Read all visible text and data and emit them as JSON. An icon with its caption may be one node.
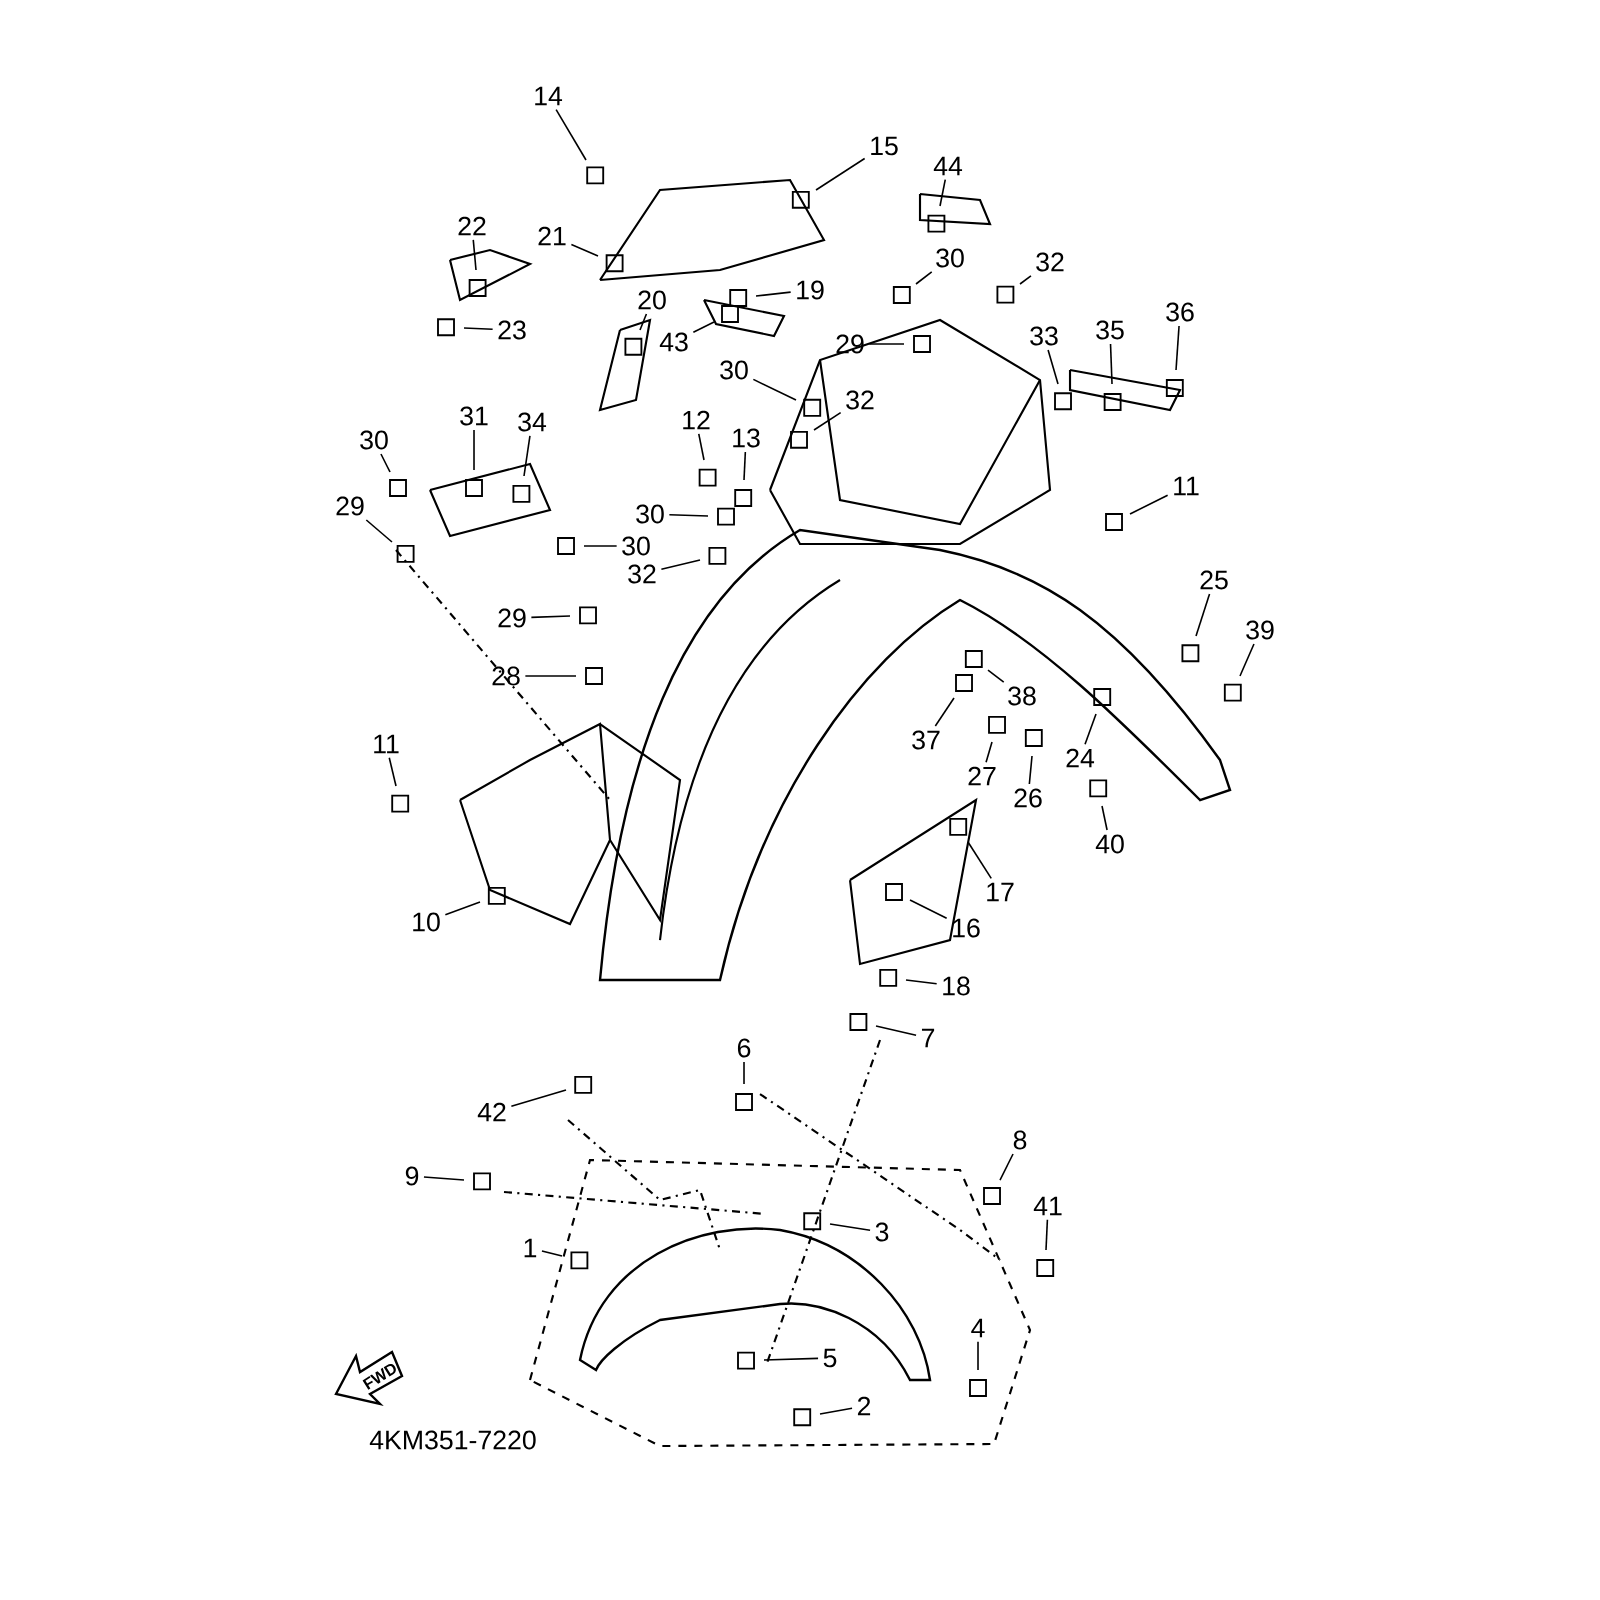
{
  "diagram": {
    "nodes": [
      {
        "text": [
          "14"
        ]
      },
      {
        "text": [
          "15"
        ]
      },
      {
        "text": [
          "44"
        ]
      },
      {
        "text": [
          "22"
        ]
      },
      {
        "text": [
          "21"
        ]
      },
      {
        "text": [
          "19"
        ]
      },
      {
        "text": [
          "30"
        ]
      },
      {
        "text": [
          "32"
        ]
      },
      {
        "text": [
          "20"
        ]
      },
      {
        "text": [
          "23"
        ]
      },
      {
        "text": [
          "43"
        ]
      },
      {
        "text": [
          "29"
        ]
      },
      {
        "text": [
          "33"
        ]
      },
      {
        "text": [
          "35"
        ]
      },
      {
        "text": [
          "36"
        ]
      },
      {
        "text": [
          "30"
        ]
      },
      {
        "text": [
          "32"
        ]
      },
      {
        "text": [
          "31"
        ]
      },
      {
        "text": [
          "34"
        ]
      },
      {
        "text": [
          "12"
        ]
      },
      {
        "text": [
          "13"
        ]
      },
      {
        "text": [
          "30"
        ]
      },
      {
        "text": [
          "29"
        ]
      },
      {
        "text": [
          "30"
        ]
      },
      {
        "text": [
          "30"
        ]
      },
      {
        "text": [
          "11"
        ]
      },
      {
        "text": [
          "32"
        ]
      },
      {
        "text": [
          "29"
        ]
      },
      {
        "text": [
          "25"
        ]
      },
      {
        "text": [
          "39"
        ]
      },
      {
        "text": [
          "28"
        ]
      },
      {
        "text": [
          "38"
        ]
      },
      {
        "text": [
          "37"
        ]
      },
      {
        "text": [
          "24"
        ]
      },
      {
        "text": [
          "27"
        ]
      },
      {
        "text": [
          "26"
        ]
      },
      {
        "text": [
          "11"
        ]
      },
      {
        "text": [
          "40"
        ]
      },
      {
        "text": [
          "17"
        ]
      },
      {
        "text": [
          "16"
        ]
      },
      {
        "text": [
          "10"
        ]
      },
      {
        "text": [
          "18"
        ]
      },
      {
        "text": [
          "7"
        ]
      },
      {
        "text": [
          "6"
        ]
      },
      {
        "text": [
          "42"
        ]
      },
      {
        "text": [
          "8"
        ]
      },
      {
        "text": [
          "9"
        ]
      },
      {
        "text": [
          "41"
        ]
      },
      {
        "text": [
          "3"
        ]
      },
      {
        "text": [
          "1"
        ]
      },
      {
        "text": [
          "4"
        ]
      },
      {
        "text": [
          "5"
        ]
      },
      {
        "text": [
          "2"
        ]
      }
    ],
    "edges": [
      {
        "from": 0,
        "to": null,
        "arrow": "none"
      },
      {
        "from": 1,
        "to": null,
        "arrow": "none"
      },
      {
        "from": 2,
        "to": null,
        "arrow": "none"
      },
      {
        "from": 3,
        "to": null,
        "arrow": "none"
      },
      {
        "from": 4,
        "to": null,
        "arrow": "none"
      },
      {
        "from": 5,
        "to": null,
        "arrow": "none"
      },
      {
        "from": 6,
        "to": null,
        "arrow": "none"
      },
      {
        "from": 7,
        "to": null,
        "arrow": "none"
      },
      {
        "from": 8,
        "to": null,
        "arrow": "none"
      },
      {
        "from": 9,
        "to": null,
        "arrow": "none"
      },
      {
        "from": 10,
        "to": null,
        "arrow": "none"
      },
      {
        "from": 11,
        "to": null,
        "arrow": "none"
      },
      {
        "from": 12,
        "to": null,
        "arrow": "none"
      },
      {
        "from": 13,
        "to": null,
        "arrow": "none"
      },
      {
        "from": 14,
        "to": null,
        "arrow": "none"
      },
      {
        "from": 15,
        "to": null,
        "arrow": "none"
      },
      {
        "from": 16,
        "to": null,
        "arrow": "none"
      },
      {
        "from": 17,
        "to": null,
        "arrow": "none"
      },
      {
        "from": 18,
        "to": null,
        "arrow": "none"
      },
      {
        "from": 19,
        "to": null,
        "arrow": "none"
      },
      {
        "from": 20,
        "to": null,
        "arrow": "none"
      },
      {
        "from": 21,
        "to": null,
        "arrow": "none"
      },
      {
        "from": 22,
        "to": null,
        "arrow": "none"
      },
      {
        "from": 23,
        "to": null,
        "arrow": "none"
      },
      {
        "from": 24,
        "to": null,
        "arrow": "none"
      },
      {
        "from": 25,
        "to": null,
        "arrow": "none"
      },
      {
        "from": 26,
        "to": null,
        "arrow": "none"
      },
      {
        "from": 27,
        "to": null,
        "arrow": "none"
      },
      {
        "from": 28,
        "to": null,
        "arrow": "none"
      },
      {
        "from": 29,
        "to": null,
        "arrow": "none"
      },
      {
        "from": 30,
        "to": null,
        "arrow": "none"
      },
      {
        "from": 31,
        "to": null,
        "arrow": "none"
      },
      {
        "from": 32,
        "to": null,
        "arrow": "none"
      },
      {
        "from": 33,
        "to": null,
        "arrow": "none"
      },
      {
        "from": 34,
        "to": null,
        "arrow": "none"
      },
      {
        "from": 35,
        "to": null,
        "arrow": "none"
      },
      {
        "from": 36,
        "to": null,
        "arrow": "none"
      },
      {
        "from": 37,
        "to": null,
        "arrow": "none"
      },
      {
        "from": 38,
        "to": null,
        "arrow": "none"
      },
      {
        "from": 39,
        "to": null,
        "arrow": "none"
      },
      {
        "from": 40,
        "to": null,
        "arrow": "none"
      },
      {
        "from": 41,
        "to": null,
        "arrow": "none"
      },
      {
        "from": 42,
        "to": null,
        "arrow": "none"
      },
      {
        "from": 43,
        "to": null,
        "arrow": "none"
      },
      {
        "from": 44,
        "to": null,
        "arrow": "none"
      },
      {
        "from": 45,
        "to": null,
        "arrow": "none"
      },
      {
        "from": 46,
        "to": null,
        "arrow": "none"
      },
      {
        "from": 47,
        "to": null,
        "arrow": "none"
      },
      {
        "from": 48,
        "to": null,
        "arrow": "none"
      },
      {
        "from": 49,
        "to": null,
        "arrow": "none"
      },
      {
        "from": 50,
        "to": null,
        "arrow": "none"
      },
      {
        "from": 51,
        "to": null,
        "arrow": "none"
      },
      {
        "from": 52,
        "to": null,
        "arrow": "none"
      }
    ],
    "labels": [
      "FWD",
      "4KM351-7220"
    ]
  }
}
